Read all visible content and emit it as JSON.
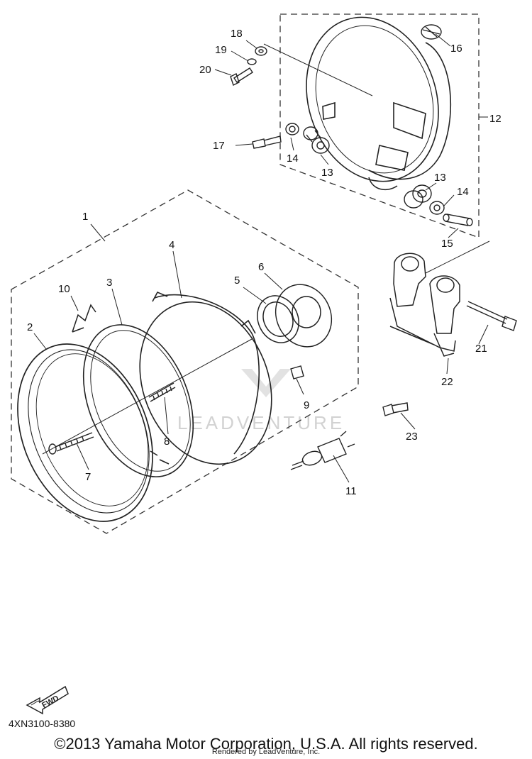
{
  "watermark": "LEADVENTURE",
  "fwd_label": "FWD",
  "part_code": "4XN3100-8380",
  "copyright": "©2013 Yamaha Motor Corporation, U.S.A. All rights reserved.",
  "rendered_by": "Rendered by LeadVenture, Inc.",
  "callouts": [
    "1",
    "2",
    "3",
    "4",
    "5",
    "6",
    "7",
    "8",
    "9",
    "10",
    "11",
    "12",
    "13",
    "13",
    "14",
    "14",
    "15",
    "16",
    "17",
    "18",
    "19",
    "20",
    "21",
    "22",
    "23"
  ]
}
